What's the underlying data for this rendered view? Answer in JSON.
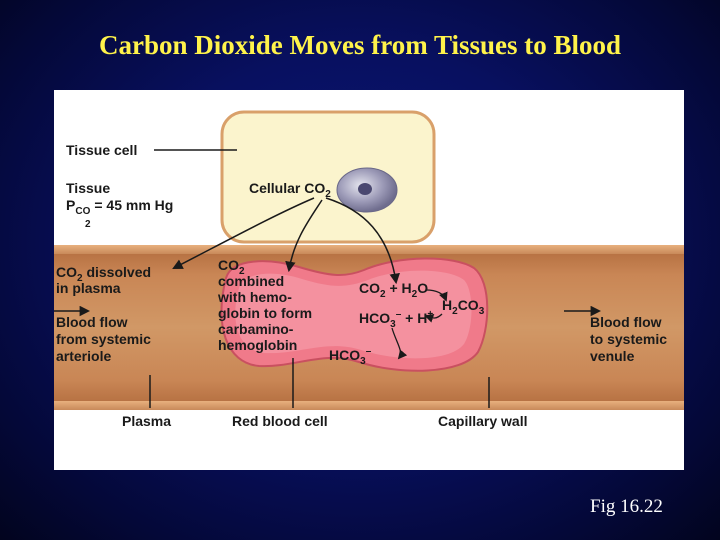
{
  "slide": {
    "title": "Carbon Dioxide Moves from Tissues to Blood",
    "caption": "Fig 16.22"
  },
  "diagram": {
    "tissue_cell": "Tissue cell",
    "tissue_pco2": {
      "line1": "Tissue",
      "p": "P",
      "co": "CO",
      "two": "2",
      "value": "= 45 mm Hg"
    },
    "cellular_co2": {
      "text": "Cellular CO",
      "sub": "2"
    },
    "co2_dissolved": {
      "line1_a": "CO",
      "line1_sub": "2",
      "line1_b": " dissolved",
      "line2": "in plasma"
    },
    "rbc_text": {
      "line1_a": "CO",
      "line1_sub": "2",
      "line2": "combined",
      "line3": "with hemo-",
      "line4": "globin to form",
      "line5": "carbamino-",
      "line6": "hemoglobin"
    },
    "reaction": {
      "co2": "CO",
      "co2_sub": "2",
      "plus_h2o": " + H",
      "h2o_sub": "2",
      "o": "O",
      "h2co3_h": "H",
      "h2co3_sub1": "2",
      "h2co3_co": "CO",
      "h2co3_sub2": "3",
      "hco3": "HCO",
      "hco3_sub": "3",
      "hco3_sup": "–",
      "plus_h": " + H",
      "h_sup": "+",
      "bottom_hco3": "HCO",
      "bottom_sub": "3",
      "bottom_sup": "–"
    },
    "blood_flow_left": [
      "Blood flow",
      "from systemic",
      "arteriole"
    ],
    "blood_flow_right": [
      "Blood flow",
      "to systemic",
      "venule"
    ],
    "bottom_labels": {
      "plasma": "Plasma",
      "red_blood_cell": "Red blood cell",
      "capillary_wall": "Capillary wall"
    }
  }
}
